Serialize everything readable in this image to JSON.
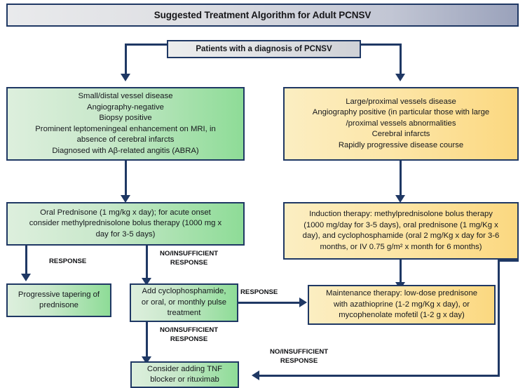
{
  "title": {
    "text": "Suggested Treatment Algorithm for Adult PCNSV"
  },
  "nodes": {
    "start": {
      "name": "patients-diagnosis-box",
      "lines": [
        "Patients with a diagnosis of PCNSV"
      ]
    },
    "left_criteria": {
      "name": "small-distal-vessel-criteria-box",
      "lines": [
        "Small/distal vessel disease",
        "Angiography-negative",
        "Biopsy positive",
        "Prominent leptomeningeal enhancement on MRI, in",
        "absence of cerebral infarcts",
        "Diagnosed with Aβ-related angitis (ABRA)"
      ]
    },
    "right_criteria": {
      "name": "large-proximal-vessel-criteria-box",
      "lines": [
        "Large/proximal vessels disease",
        "Angiography positive  (in particular those with large",
        "/proximal vessels  abnormalities",
        "Cerebral infarcts",
        "Rapidly progressive disease course"
      ]
    },
    "left_treatment": {
      "name": "oral-prednisone-box",
      "lines": [
        "Oral Prednisone (1 mg/kg  x day); for acute onset",
        "consider  methylprednisolone bolus therapy (1000 mg x",
        "day for 3-5 days)"
      ]
    },
    "right_induction": {
      "name": "induction-therapy-box",
      "lines": [
        "Induction therapy: methylprednisolone bolus  therapy",
        "(1000 mg/day for 3-5 days), oral prednisone (1 mg/Kg x",
        "day), and cyclophosphamide (oral 2 mg/Kg x day for 3-6",
        "months, or IV 0.75 g/m² x month for 6 months)"
      ]
    },
    "tapering": {
      "name": "progressive-tapering-box",
      "lines": [
        "Progressive tapering of",
        "prednisone"
      ]
    },
    "add_cyclo": {
      "name": "add-cyclophosphamide-box",
      "lines": [
        "Add cyclophosphamide,",
        "or oral, or monthly pulse",
        "treatment"
      ]
    },
    "maintenance": {
      "name": "maintenance-therapy-box",
      "lines": [
        "Maintenance therapy: low-dose prednisone",
        "with azathioprine (1-2 mg/Kg x  day), or",
        "mycophenolate mofetil (1-2  g x day)"
      ]
    },
    "tnf": {
      "name": "tnf-blocker-rituximab-box",
      "lines": [
        "Consider adding TNF",
        "blocker or rituximab"
      ]
    }
  },
  "edge_labels": {
    "response_tapering": {
      "line1": "RESPONSE",
      "line2": ""
    },
    "no_response_cyclo": {
      "line1": "NO/INSUFFICIENT",
      "line2": "RESPONSE"
    },
    "response_maintenance": {
      "line1": "RESPONSE",
      "line2": ""
    },
    "no_response_tnf_left": {
      "line1": "NO/INSUFFICIENT",
      "line2": "RESPONSE"
    },
    "no_response_tnf_right": {
      "line1": "NO/INSUFFICIENT",
      "line2": "RESPONSE"
    }
  },
  "colors": {
    "border": "#1f3864",
    "green_light": "#ddefdd",
    "green_dark": "#8edc97",
    "yellow_light": "#fbeec2",
    "yellow_dark": "#fbd880",
    "grey_light": "#eceded",
    "grey_dark": "#9aa2bb"
  }
}
